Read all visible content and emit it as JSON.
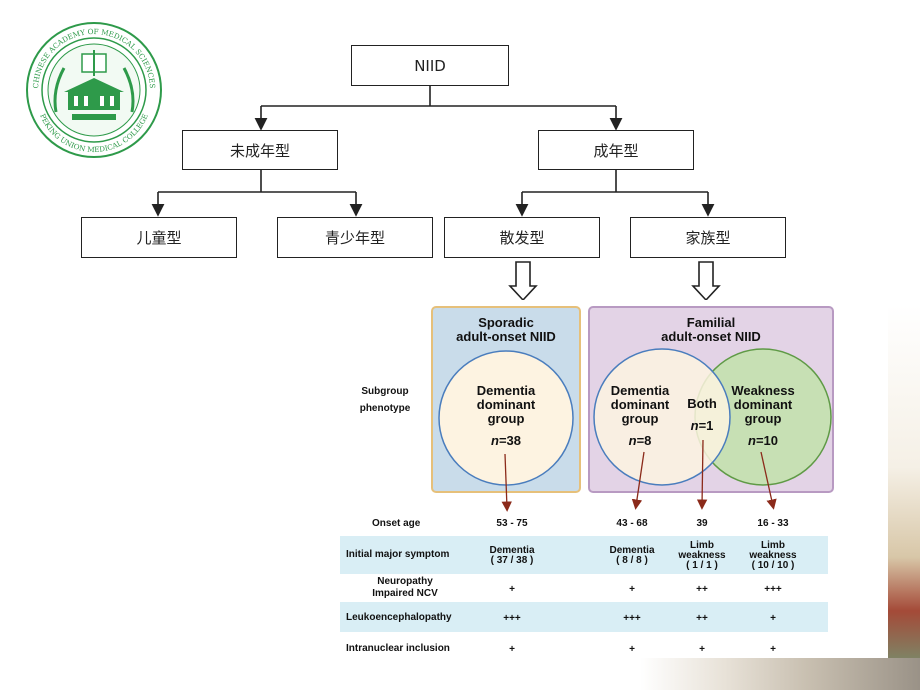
{
  "tree": {
    "root": "NIID",
    "level1": [
      "未成年型",
      "成年型"
    ],
    "level2": [
      "儿童型",
      "青少年型",
      "散发型",
      "家族型"
    ]
  },
  "panel": {
    "sporadic_title_1": "Sporadic",
    "sporadic_title_2": "adult-onset NIID",
    "familial_title_1": "Familial",
    "familial_title_2": "adult-onset NIID",
    "subgroup_label_1": "Subgroup",
    "subgroup_label_2": "phenotype",
    "groups": [
      {
        "l1": "Dementia",
        "l2": "dominant",
        "l3": "group",
        "n_prefix": "n",
        "n_value": "=38"
      },
      {
        "l1": "Dementia",
        "l2": "dominant",
        "l3": "group",
        "n_prefix": "n",
        "n_value": "=8"
      },
      {
        "l1": "Both",
        "l2": "",
        "l3": "",
        "n_prefix": "n",
        "n_value": "=1"
      },
      {
        "l1": "Weakness",
        "l2": "dominant",
        "l3": "group",
        "n_prefix": "n",
        "n_value": "=10"
      }
    ]
  },
  "table": {
    "rows": [
      {
        "label": "Onset age",
        "cells": [
          "53 - 75",
          "43 - 68",
          "39",
          "16 - 33"
        ]
      },
      {
        "label": "Initial major symptom",
        "cells": [
          "Dementia\n( 37 / 38 )",
          "Dementia\n( 8 / 8 )",
          "Limb\nweakness\n( 1 / 1 )",
          "Limb\nweakness\n( 10 / 10 )"
        ]
      },
      {
        "label": "Neuropathy\nImpaired NCV",
        "cells": [
          "+",
          "+",
          "++",
          "+++"
        ]
      },
      {
        "label": "Leukoencephalopathy",
        "cells": [
          "+++",
          "+++",
          "++",
          "+"
        ]
      },
      {
        "label": "Intranuclear inclusion",
        "cells": [
          "+",
          "+",
          "+",
          "+"
        ]
      }
    ]
  },
  "logo": {
    "top_text": "CHINESE ACADEMY OF MEDICAL SCIENCES",
    "bottom_text": "PEKING UNION MEDICAL COLLEGE",
    "color": "#2e9a4a"
  }
}
